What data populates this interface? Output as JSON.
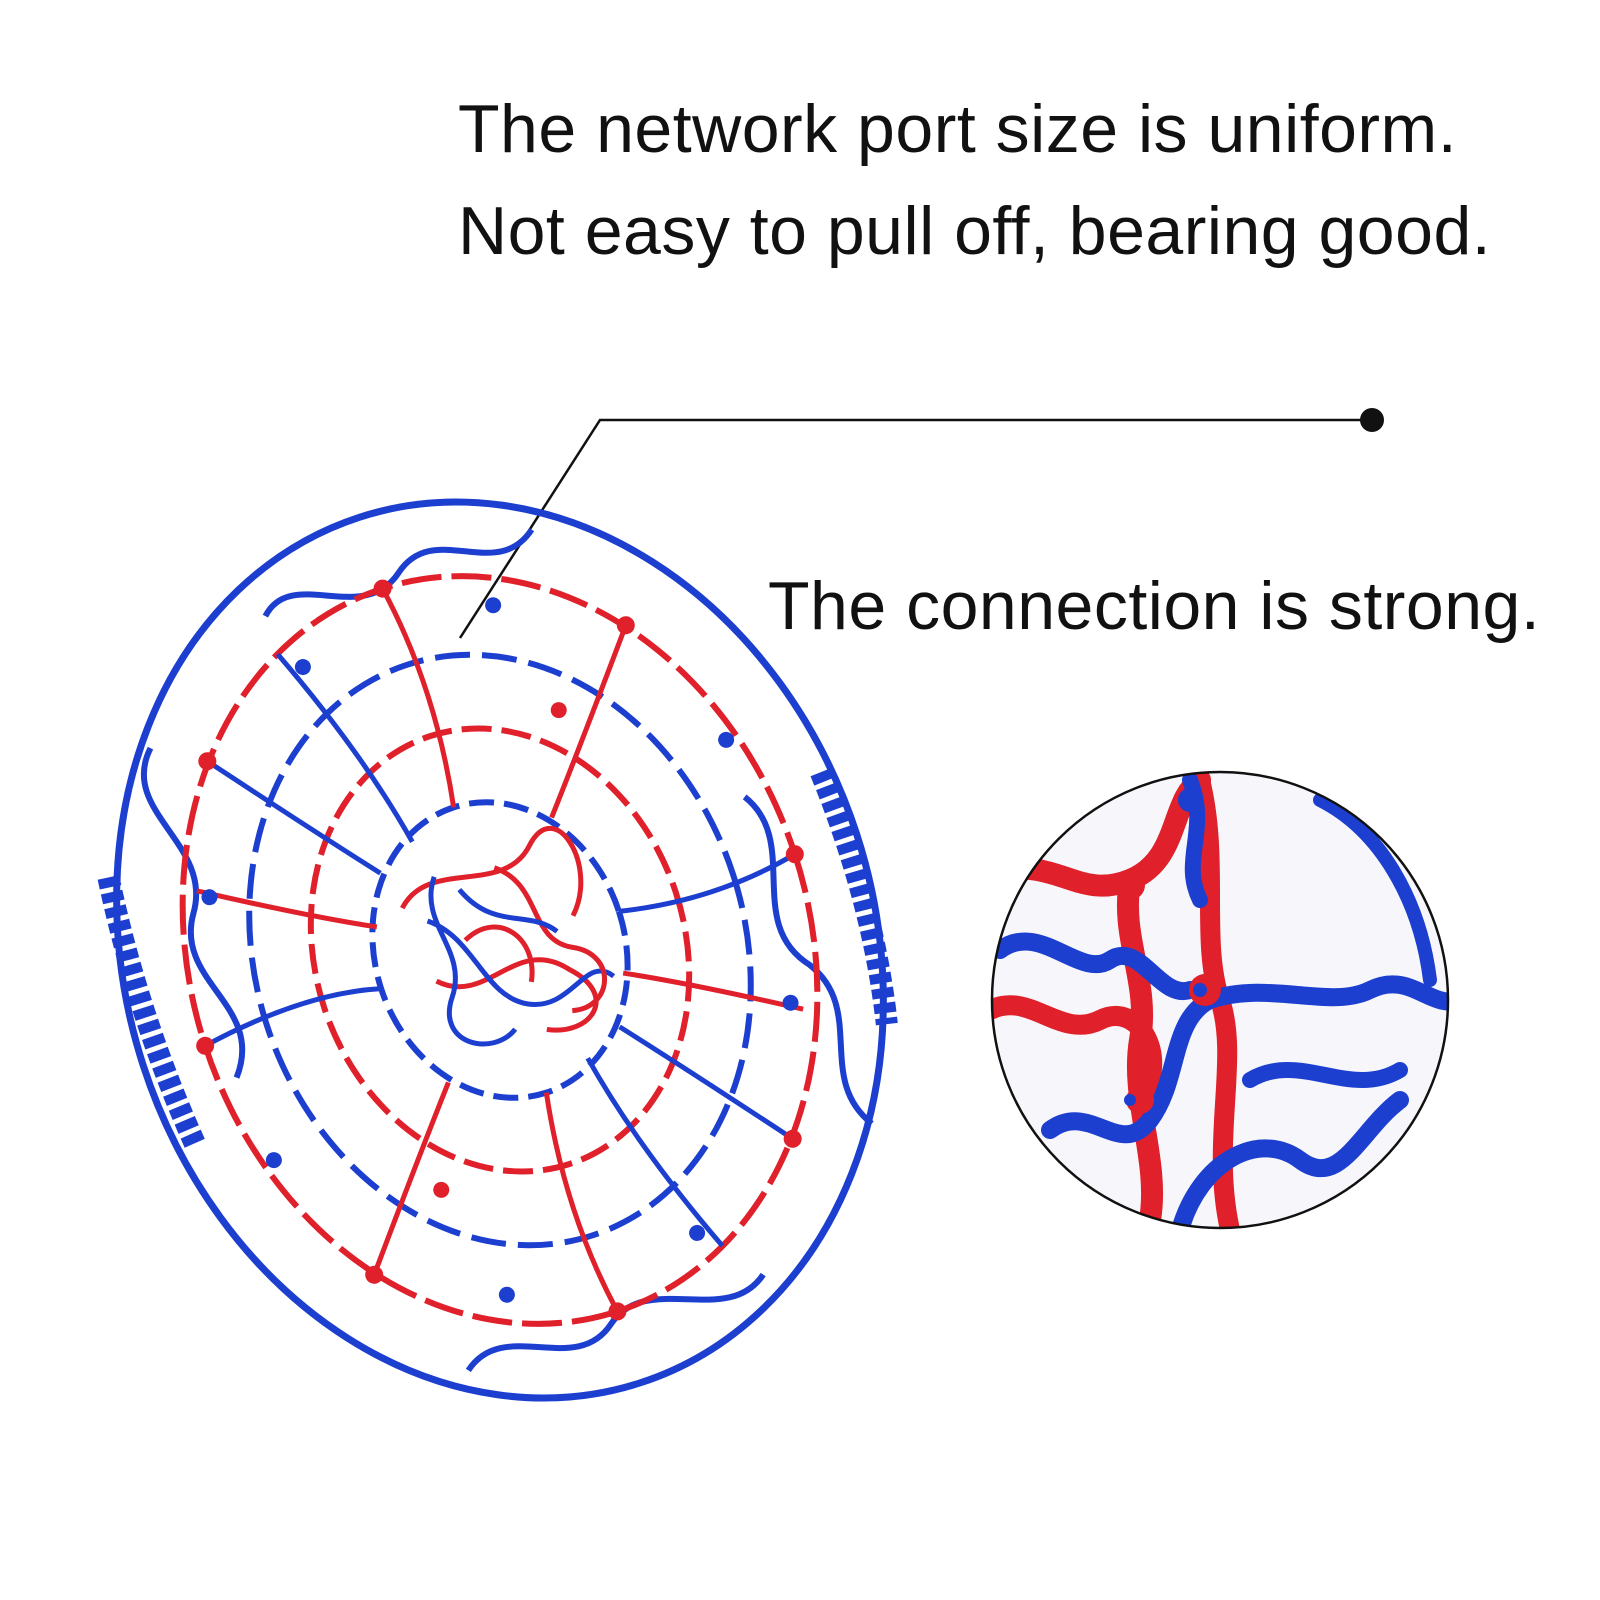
{
  "captions": {
    "line1": "The network port size is uniform.",
    "line2": "Not easy to pull off, bearing good.",
    "line3": "The connection is strong."
  },
  "colors": {
    "cord_blue": "#1c3fd0",
    "cord_red": "#e0202a",
    "callout_line": "#111111",
    "background": "#ffffff"
  },
  "illustration": {
    "subject": "basketball net (red and blue braided nylon)",
    "inset": "zoomed knot detail"
  }
}
